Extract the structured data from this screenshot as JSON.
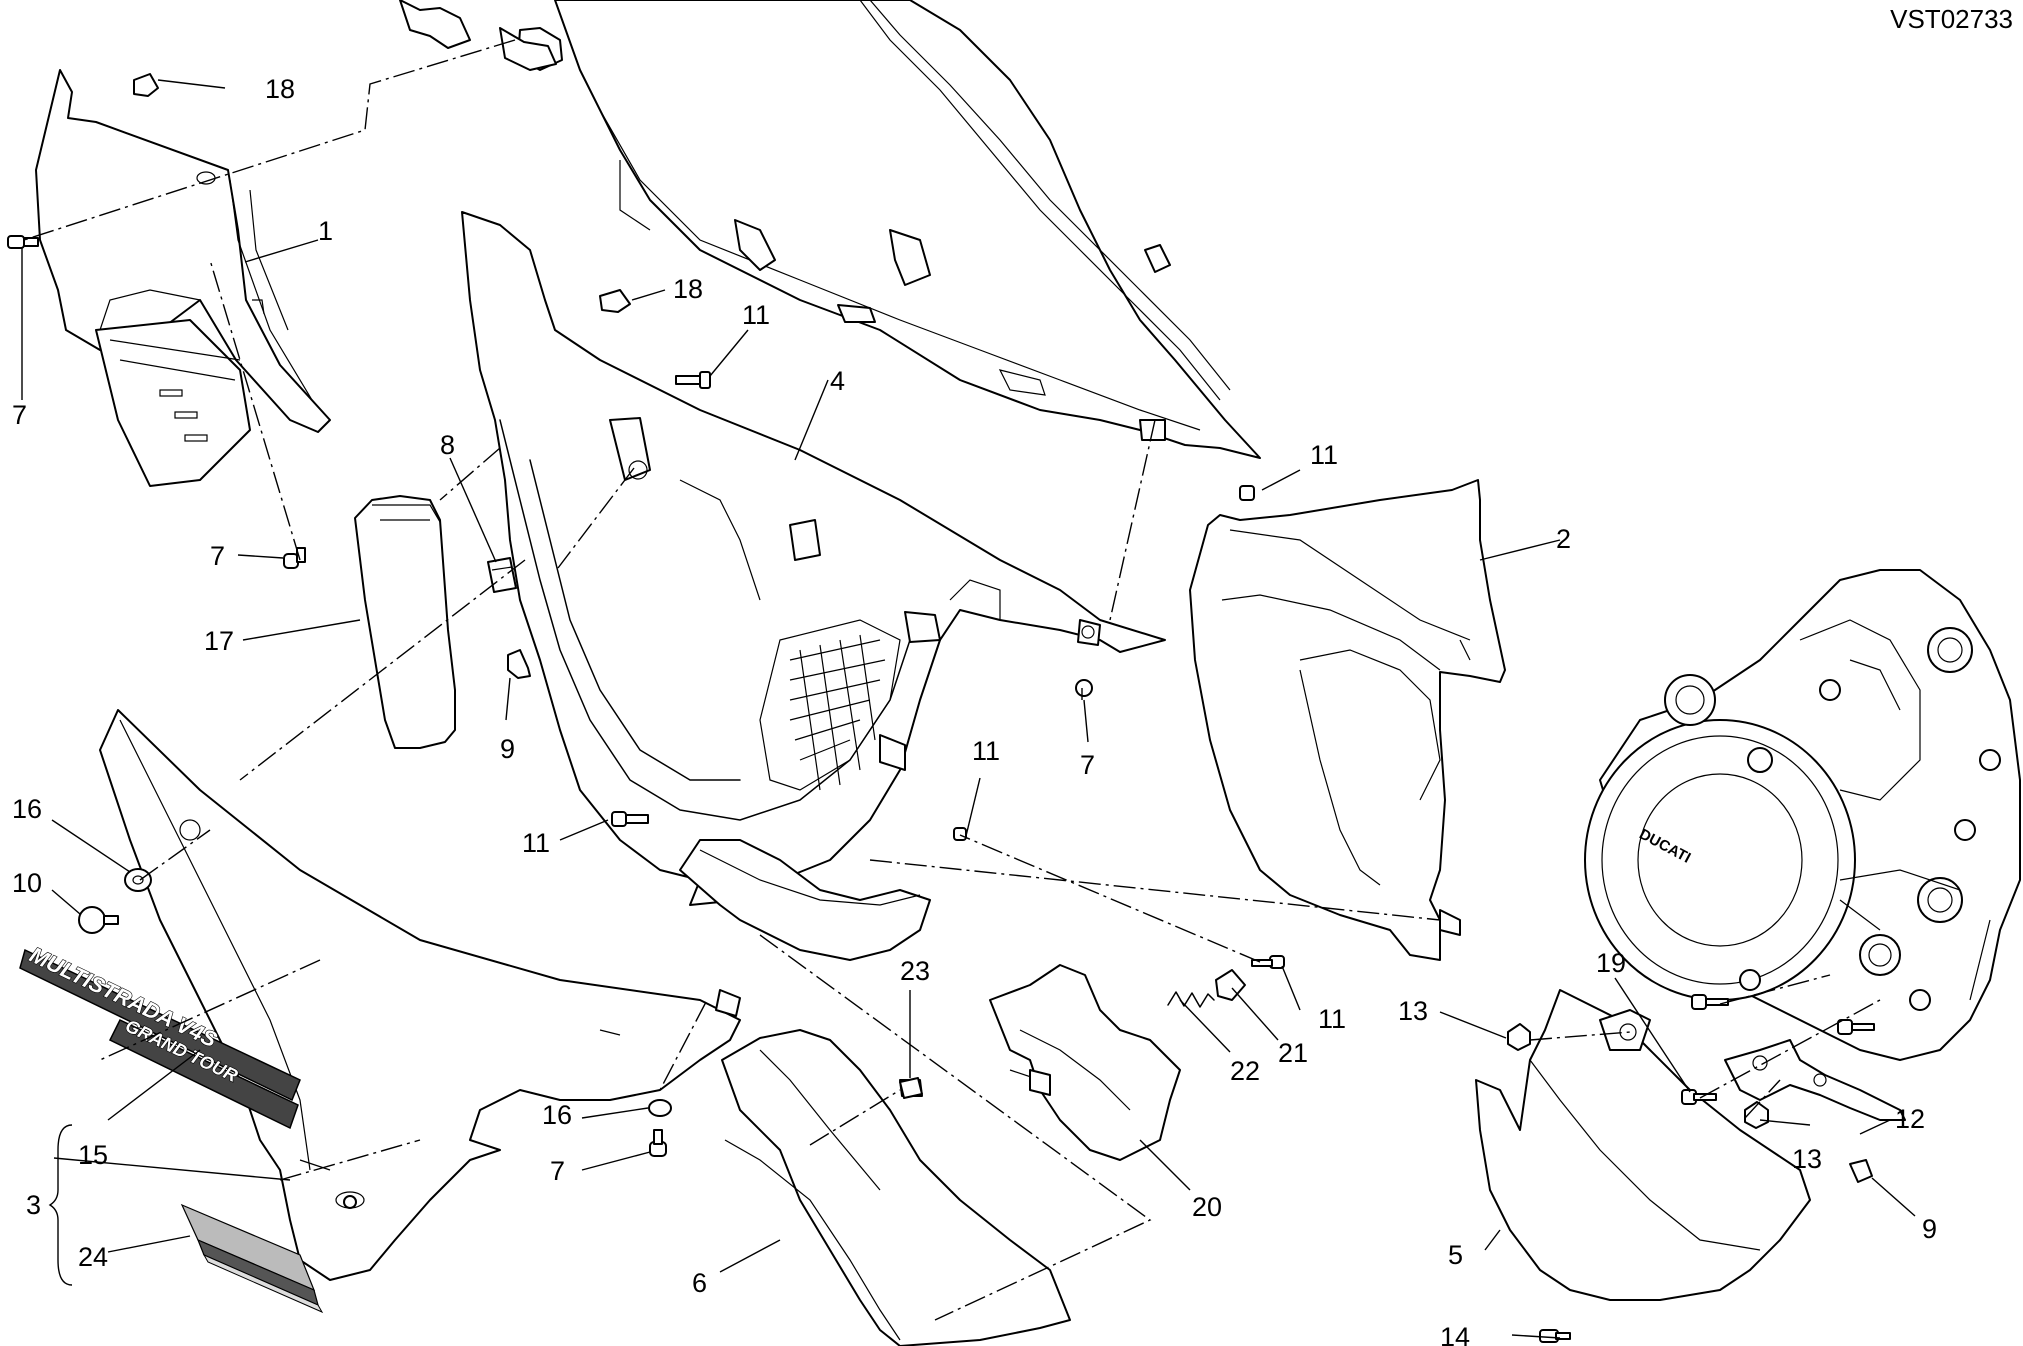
{
  "reference": "VST02733",
  "brand_mark": "DUCATI",
  "decal_lines": [
    "MULTISTRADA V4S",
    "GRAND TOUR"
  ],
  "part_labels": {
    "p1": "1",
    "p2": "2",
    "p3": "3",
    "p4": "4",
    "p5": "5",
    "p6": "6",
    "p7": "7",
    "p8": "8",
    "p9": "9",
    "p10": "10",
    "p11": "11",
    "p12": "12",
    "p13": "13",
    "p14": "14",
    "p15": "15",
    "p16": "16",
    "p17": "17",
    "p18": "18",
    "p19": "19",
    "p20": "20",
    "p21": "21",
    "p22": "22",
    "p23": "23",
    "p24": "24"
  }
}
